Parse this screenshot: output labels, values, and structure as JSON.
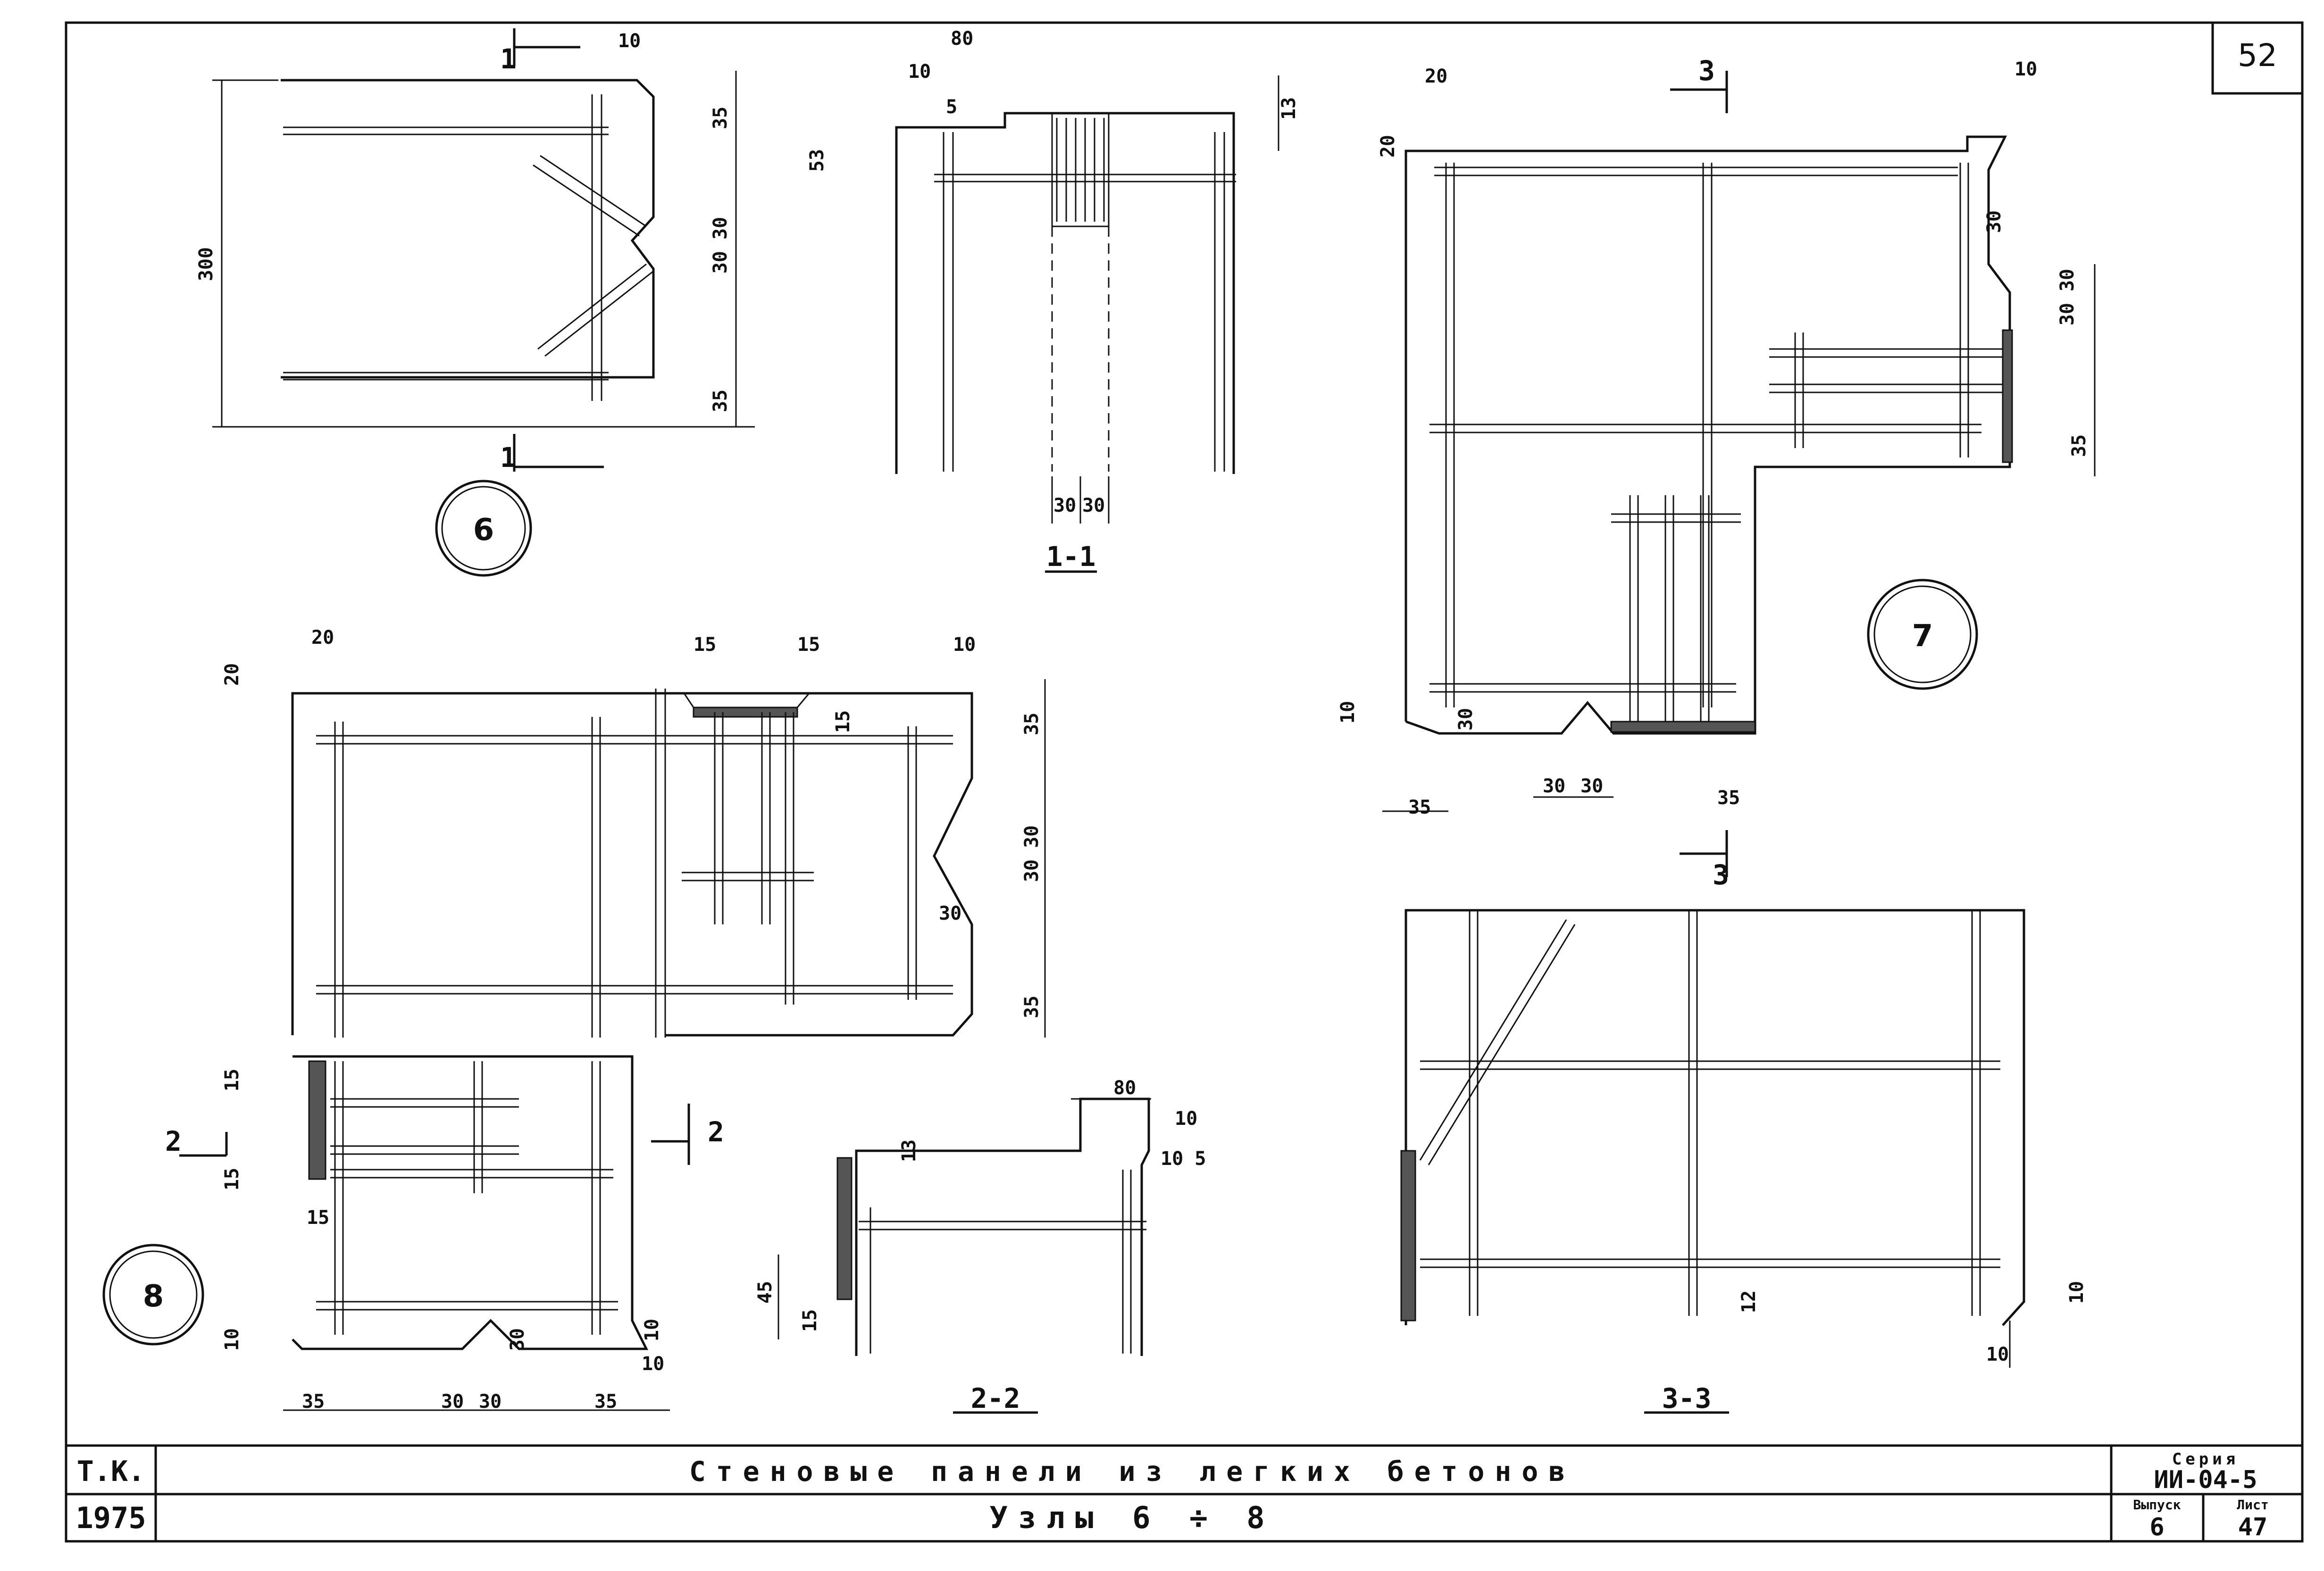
{
  "sheet": {
    "number": "52",
    "title_block": {
      "tk_label": "Т.К.",
      "year": "1975",
      "title_line1": "Стеновые панели из легких бетонов",
      "title_line2": "Узлы 6 ÷ 8",
      "series_label": "Серия",
      "series_value": "ИИ-04-5",
      "issue_label": "Выпуск",
      "issue_value": "6",
      "sheet_label": "Лист",
      "sheet_value": "47"
    }
  },
  "nodes": {
    "node6": "6",
    "node7": "7",
    "node8": "8"
  },
  "sections": {
    "s11_label": "1-1",
    "s22_label": "2-2",
    "s33_label": "3-3",
    "mark1": "1",
    "mark2": "2",
    "mark3": "3"
  },
  "dims": {
    "d10": "10",
    "d13": "13",
    "d15": "15",
    "d20": "20",
    "d30": "30",
    "d35": "35",
    "d45": "45",
    "d53": "53",
    "d5": "5",
    "d80": "80",
    "d12": "12",
    "d300": "300",
    "d30_30": "30 30",
    "d10_5": "10 5"
  }
}
